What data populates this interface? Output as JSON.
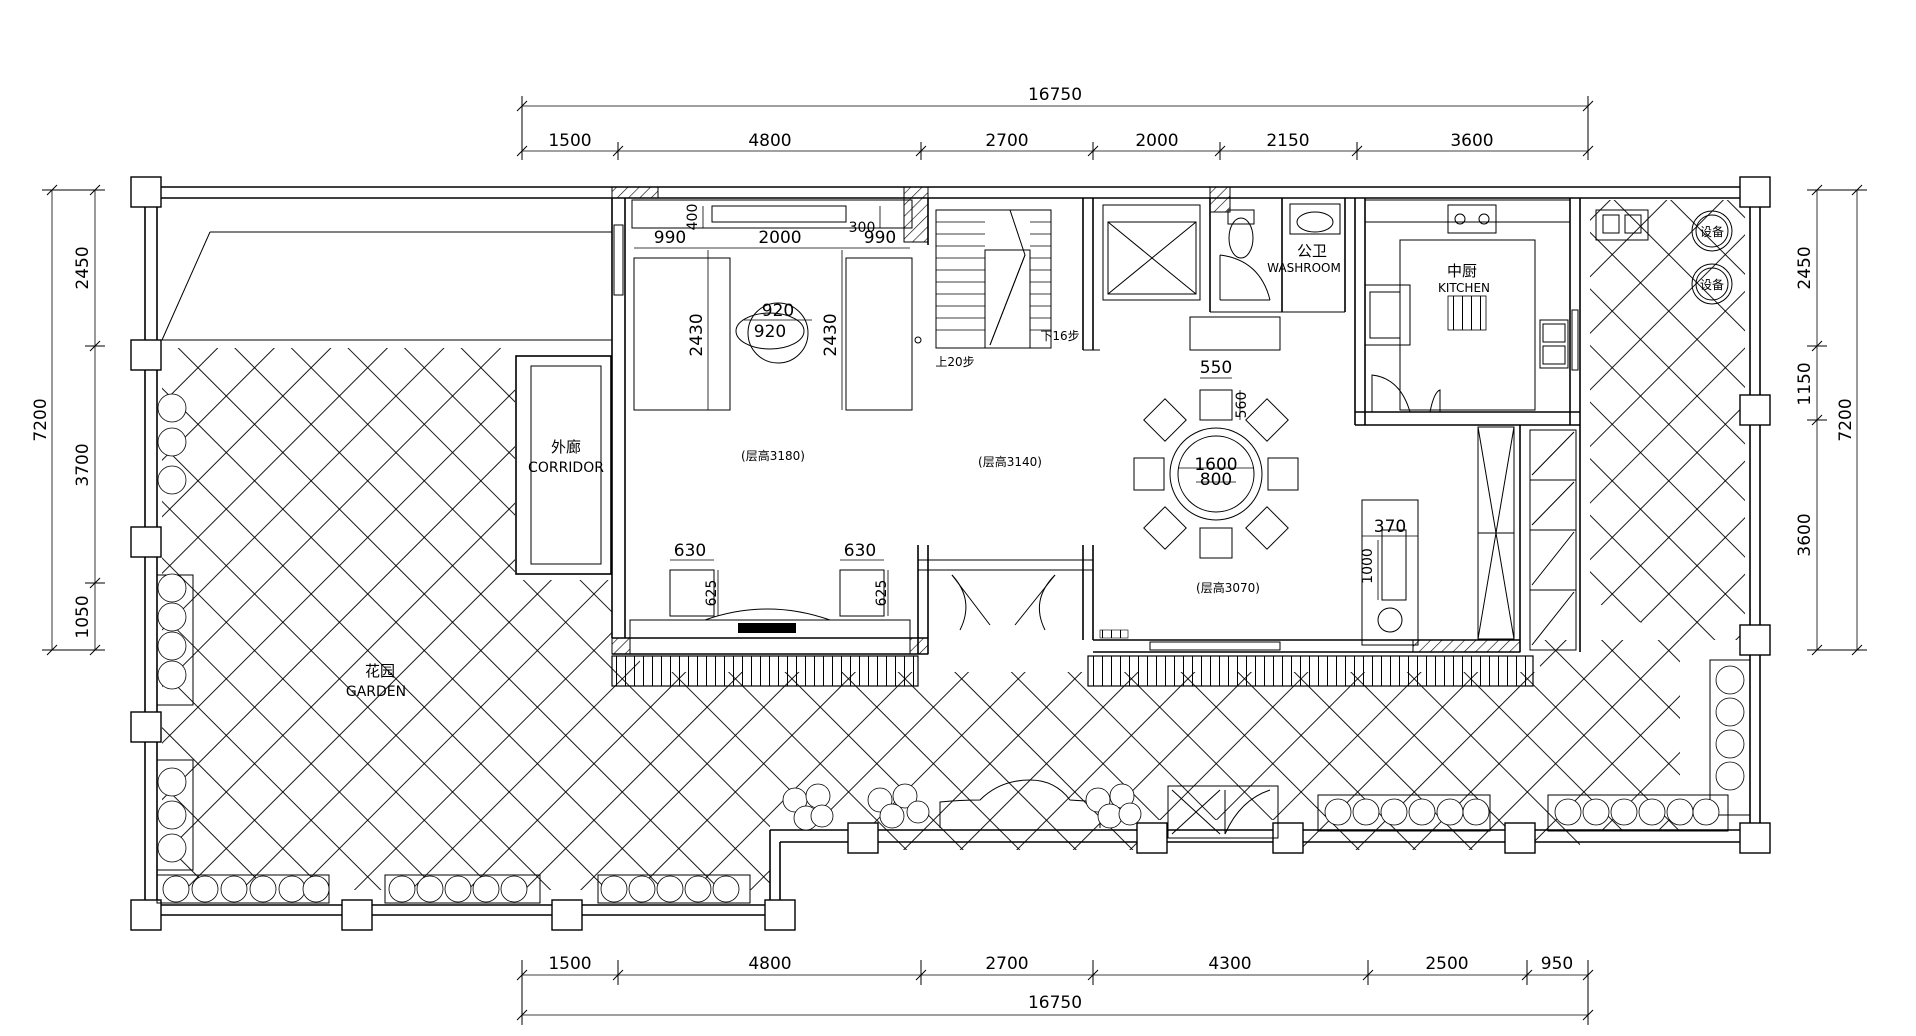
{
  "dimensions": {
    "top_total": "16750",
    "top_segments": [
      "1500",
      "4800",
      "2700",
      "2000",
      "2150",
      "3600"
    ],
    "bottom_segments": [
      "1500",
      "4800",
      "2700",
      "4300",
      "2500",
      "950"
    ],
    "bottom_total": "16750",
    "left_total": "7200",
    "left_segments": [
      "2450",
      "3700",
      "1050"
    ],
    "right_total": "7200",
    "right_segments": [
      "2450",
      "1150",
      "3600"
    ]
  },
  "rooms": {
    "corridor_cn": "外廊",
    "corridor_en": "CORRIDOR",
    "garden_cn": "花园",
    "garden_en": "GARDEN",
    "washroom_cn": "公卫",
    "washroom_en": "WASHROOM",
    "kitchen_cn": "中厨",
    "kitchen_en": "KITCHEN"
  },
  "heights": {
    "living": "(层高3180)",
    "hall": "(层高3140)",
    "dining": "(层高3070)"
  },
  "stairs": {
    "down": "下16步",
    "up": "上20步"
  },
  "furniture_dims": {
    "sofa_left_w": "990",
    "sofa_gap": "2000",
    "sofa_right_w": "990",
    "sofa_depth_left": "400",
    "sofa_depth_right": "300",
    "sofa_len_left": "2430",
    "sofa_len_right": "2430",
    "table_outer": "920",
    "table_inner": "920",
    "chair_left_w": "630",
    "chair_left_d": "625",
    "chair_right_w": "630",
    "chair_right_d": "625",
    "dining_chair_w": "550",
    "dining_chair_d": "560",
    "dining_table_outer": "1600",
    "dining_table_inner": "800",
    "cabinet_w": "370",
    "cabinet_len": "1000"
  },
  "equipment": {
    "unit_top": "设备",
    "unit_bottom": "设备"
  }
}
